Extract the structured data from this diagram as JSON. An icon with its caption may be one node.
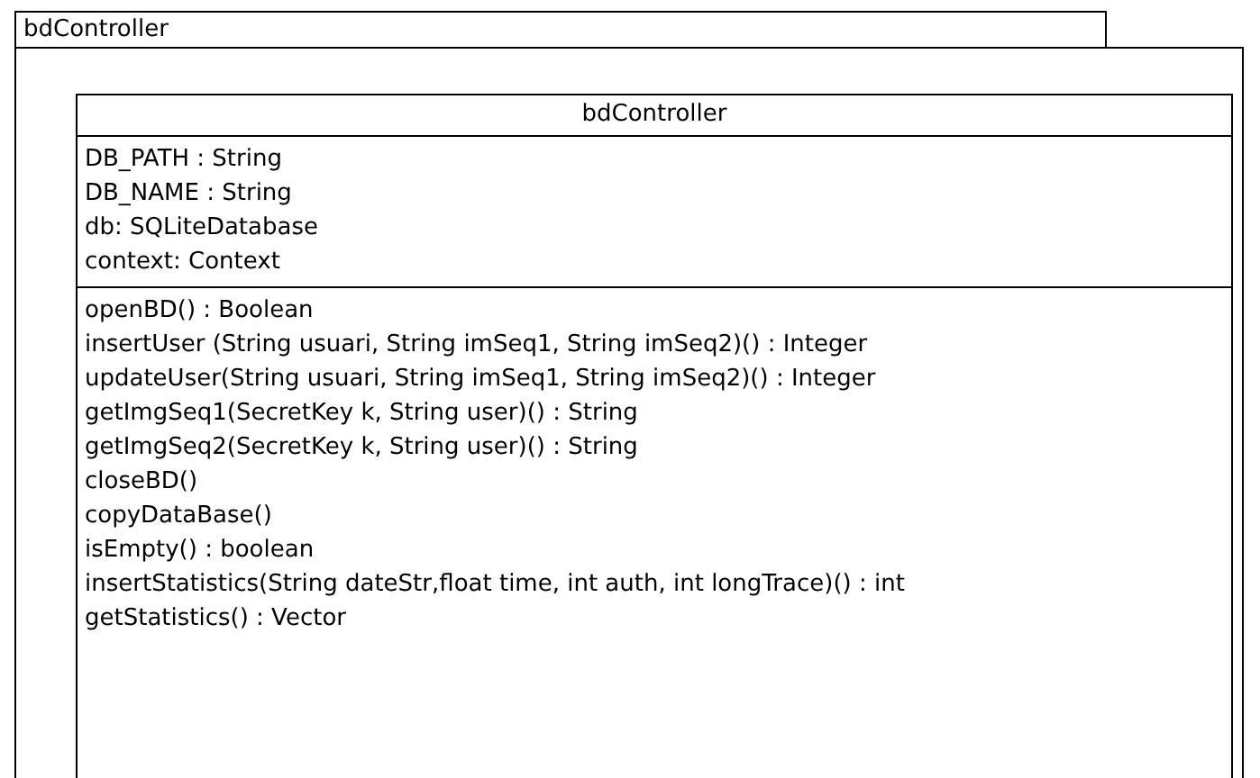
{
  "diagram": {
    "nodes": [
      {
        "text": [
          "bdController"
        ]
      },
      {
        "text": [
          "bdController"
        ],
        "in": 0
      },
      {
        "text": [
          "DB_PATH : String",
          "DB_NAME : String",
          "db: SQLiteDatabase",
          "context: Context"
        ],
        "in": 1
      },
      {
        "text": [
          "openBD() : Boolean",
          "insertUser (String usuari, String imSeq1, String imSeq2)() : Integer",
          "updateUser(String usuari, String imSeq1, String imSeq2)() : Integer",
          "getImgSeq1(SecretKey k, String user)() : String",
          "getImgSeq2(SecretKey k, String user)() : String",
          "closeBD()",
          "copyDataBase()",
          "isEmpty() : boolean",
          "insertStatistics(String dateStr,float time, int auth, int longTrace)() : int",
          "getStatistics() : Vector"
        ],
        "in": 1
      }
    ]
  }
}
